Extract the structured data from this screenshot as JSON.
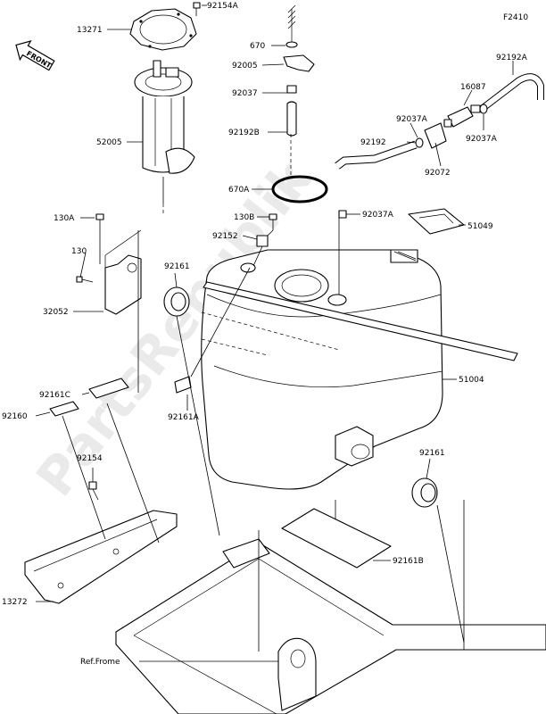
{
  "figure_code": "F2410",
  "front_label": "FRONT",
  "ref_frame": "Ref.Frome",
  "watermark": "PartsRepublik",
  "labels": {
    "p13271": "13271",
    "p92154A": "92154A",
    "p670": "670",
    "p92005": "92005",
    "p92037": "92037",
    "p92192B": "92192B",
    "p670A": "670A",
    "p52005": "52005",
    "p92192A": "92192A",
    "p16087": "16087",
    "p92037A_1": "92037A",
    "p92192": "92192",
    "p92072": "92072",
    "p92037A_2": "92037A",
    "p92037A_3": "92037A",
    "p130A": "130A",
    "p130": "130",
    "p130B": "130B",
    "p92152": "92152",
    "p92161_1": "92161",
    "p51049": "51049",
    "p32052": "32052",
    "p51004": "51004",
    "p92161C": "92161C",
    "p92160": "92160",
    "p92161A": "92161A",
    "p92154": "92154",
    "p92161_2": "92161",
    "p92161B": "92161B",
    "p13272": "13272"
  }
}
